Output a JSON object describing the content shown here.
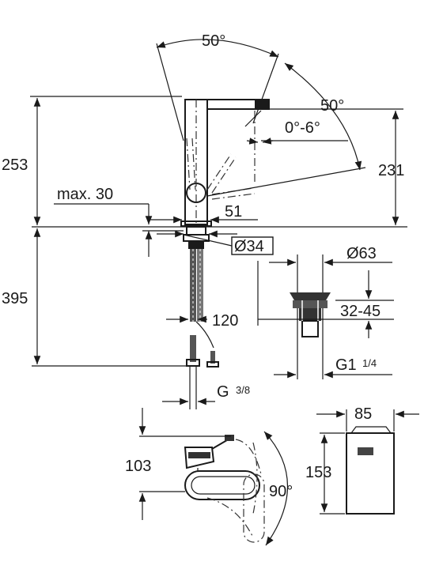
{
  "dimensions": {
    "angle_top": "50°",
    "angle_side": "50°",
    "tilt": "0°-6°",
    "height_left": "253",
    "height_right": "231",
    "max_label": "max. 30",
    "reach": "51",
    "diameter_base": "Ø34",
    "below_counter": "395",
    "hose_offset": "120",
    "thread_main": "G",
    "thread_main_frac": "3/8",
    "waste_diameter": "Ø63",
    "waste_range": "32-45",
    "waste_thread": "G1",
    "waste_thread_frac": "1/4",
    "lever_height": "103",
    "lever_angle": "90°",
    "box_width": "85",
    "box_height": "153"
  }
}
